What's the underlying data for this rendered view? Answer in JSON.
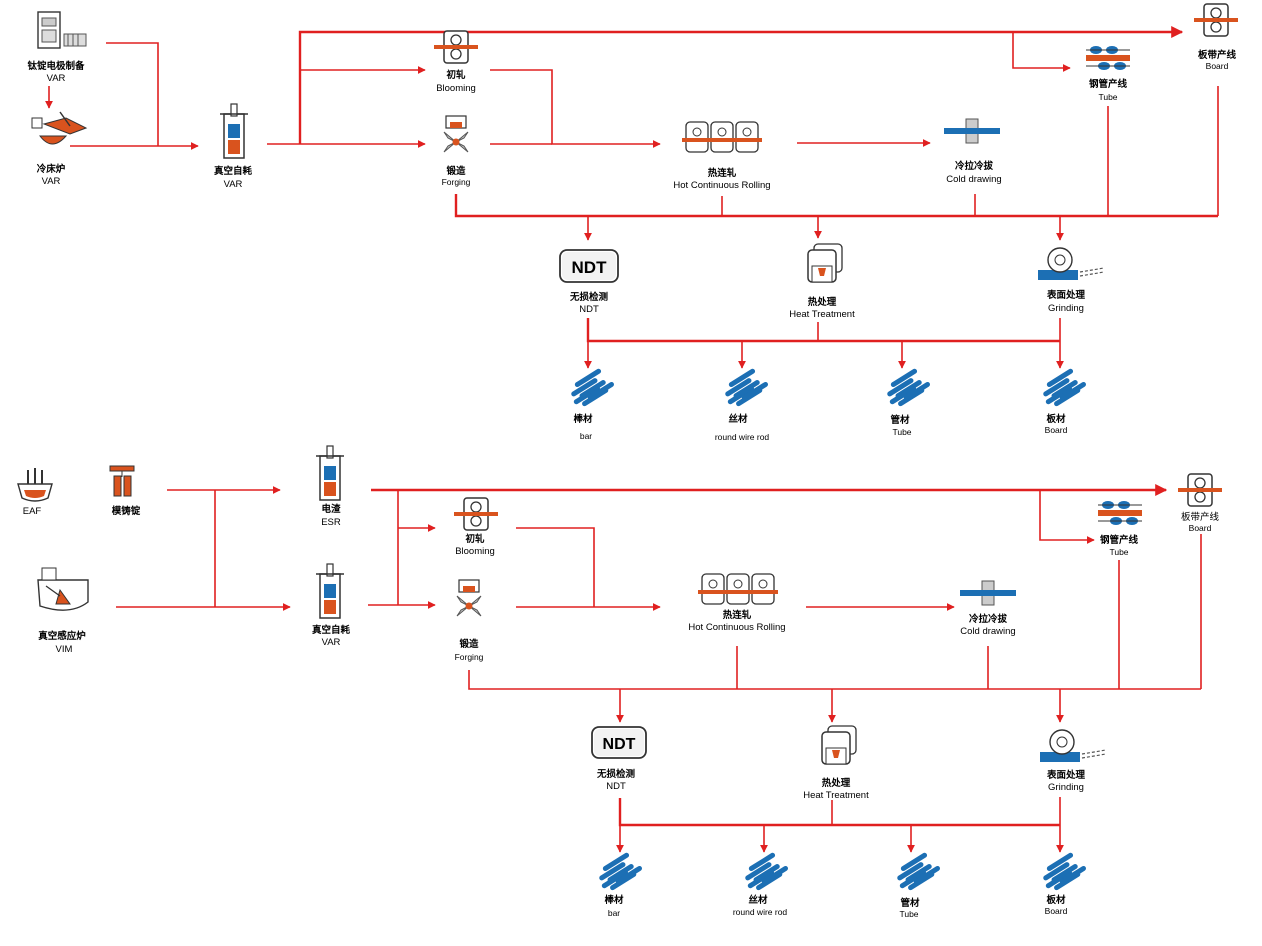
{
  "colors": {
    "flow_line": "#e02020",
    "steel_blue": "#1c6fb4",
    "hot_orange": "#d9531e",
    "outline": "#333333"
  },
  "top": {
    "var_electrode": {
      "cn": "钛锭电极制备",
      "en": "VAR"
    },
    "cold_hearth": {
      "cn": "冷床炉",
      "en": "VAR"
    },
    "vacuum_consumable": {
      "cn": "真空自耗",
      "en": "VAR"
    },
    "blooming": {
      "cn": "初轧",
      "en": "Blooming"
    },
    "forging": {
      "cn": "锻造",
      "en": "Forging"
    },
    "hot_rolling": {
      "cn": "热连轧",
      "en": "Hot Continuous Rolling"
    },
    "cold_drawing": {
      "cn": "冷拉冷拔",
      "en": "Cold drawing"
    },
    "tube_line": {
      "cn": "钢管产线",
      "en": "Tube"
    },
    "board_line": {
      "cn": "板带产线",
      "en": "Board"
    },
    "ndt": {
      "badge": "NDT",
      "cn": "无损检测",
      "en": "NDT"
    },
    "heat_treatment": {
      "cn": "热处理",
      "en": "Heat Treatment"
    },
    "grinding": {
      "cn": "表面处理",
      "en": "Grinding"
    },
    "bar": {
      "cn": "棒材",
      "en": "bar"
    },
    "wire": {
      "cn": "丝材",
      "en": "round wire rod"
    },
    "tube": {
      "cn": "管材",
      "en": "Tube"
    },
    "board": {
      "cn": "板材",
      "en": "Board"
    }
  },
  "bottom": {
    "eaf": {
      "en": "EAF"
    },
    "ingot_casting": {
      "cn": "模铸锭"
    },
    "vim": {
      "cn": "真空感应炉",
      "en": "VIM"
    },
    "esr": {
      "cn": "电渣",
      "en": "ESR"
    },
    "vacuum_consumable": {
      "cn": "真空自耗",
      "en": "VAR"
    },
    "blooming": {
      "cn": "初轧",
      "en": "Blooming"
    },
    "forging": {
      "cn": "锻造",
      "en": "Forging"
    },
    "hot_rolling": {
      "cn": "热连轧",
      "en": "Hot Continuous Rolling"
    },
    "cold_drawing": {
      "cn": "冷拉冷拔",
      "en": "Cold drawing"
    },
    "tube_line": {
      "cn": "钢管产线",
      "en": "Tube"
    },
    "board_line": {
      "cn": "板带产线",
      "en": "Board"
    },
    "ndt": {
      "badge": "NDT",
      "cn": "无损检测",
      "en": "NDT"
    },
    "heat_treatment": {
      "cn": "热处理",
      "en": "Heat Treatment"
    },
    "grinding": {
      "cn": "表面处理",
      "en": "Grinding"
    },
    "bar": {
      "cn": "棒材",
      "en": "bar"
    },
    "wire": {
      "cn": "丝材",
      "en": "round wire rod"
    },
    "tube": {
      "cn": "管材",
      "en": "Tube"
    },
    "board": {
      "cn": "板材",
      "en": "Board"
    }
  }
}
